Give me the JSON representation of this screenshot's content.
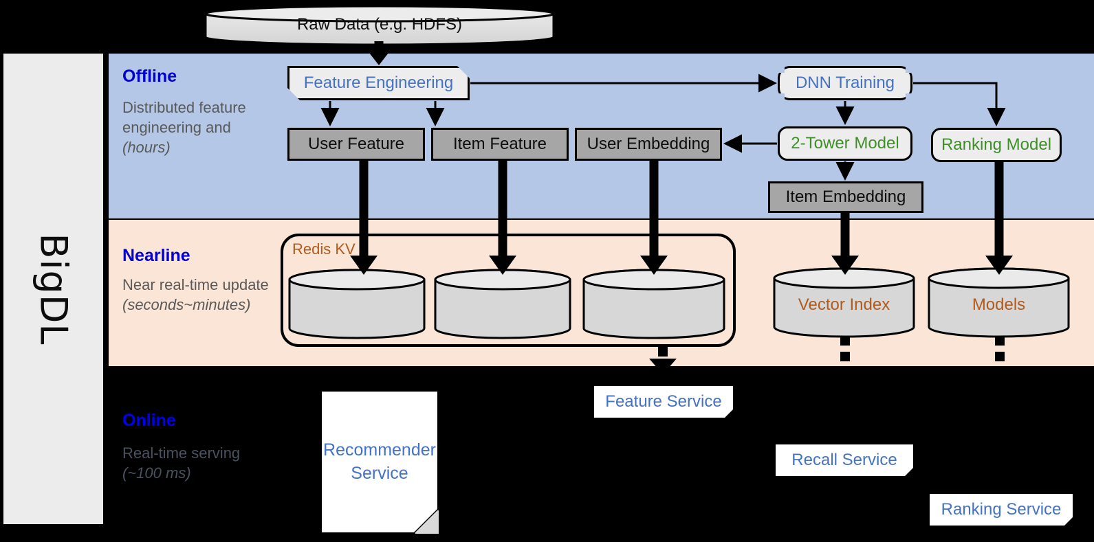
{
  "rail": {
    "label": "BigDL"
  },
  "layers": [
    {
      "id": "offline",
      "title": "Offline",
      "subtitle": "Distributed feature engineering and ",
      "subtitle_em": "(hours)",
      "bg": "#b4c7e7"
    },
    {
      "id": "nearline",
      "title": "Nearline",
      "subtitle": "Near real-time update ",
      "subtitle_em": "(seconds~minutes)",
      "bg": "#fbe5d6"
    },
    {
      "id": "online",
      "title": "Online",
      "subtitle": "Real-time serving ",
      "subtitle_em": "(~100 ms)",
      "bg": "#000000"
    }
  ],
  "source": {
    "label": "Raw Data (e.g. HDFS)"
  },
  "offline": {
    "feature_engineering": "Feature Engineering",
    "dnn_training": "DNN Training",
    "user_feature": "User Feature",
    "item_feature": "Item Feature",
    "user_embedding": "User Embedding",
    "two_tower_model": "2-Tower Model",
    "ranking_model": "Ranking Model",
    "item_embedding": "Item Embedding"
  },
  "nearline": {
    "redis_group": "Redis KV",
    "stores": [
      "",
      "",
      ""
    ],
    "vector_index": "Vector Index",
    "models": "Models"
  },
  "online": {
    "recommender_service": "Recommender\nService",
    "recommender_service_l1": "Recommender",
    "recommender_service_l2": "Service",
    "feature_service": "Feature Service",
    "recall_service": "Recall Service",
    "ranking_service": "Ranking Service"
  },
  "colors": {
    "offline_bg": "#b4c7e7",
    "nearline_bg": "#fbe5d6",
    "online_bg": "#000000",
    "rail_bg": "#ececec",
    "title_blue": "#0000d0",
    "node_blue": "#4472c4",
    "model_green": "#3f8f29",
    "store_brown": "#b05a1e",
    "gray_fill": "#a6a6a6",
    "light_fill": "#ededed"
  }
}
